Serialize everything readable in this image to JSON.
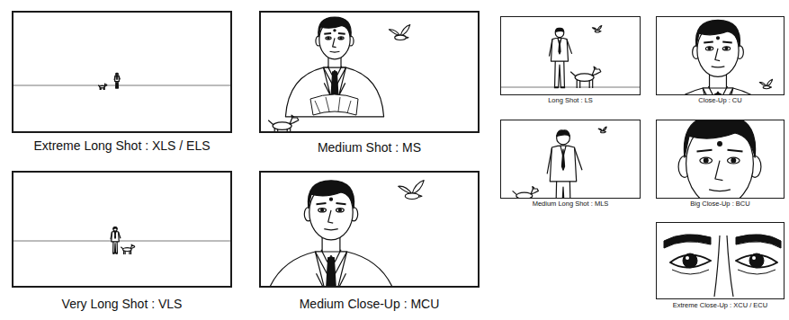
{
  "diagram": {
    "nodes": [
      {
        "text": [
          "Extreme Long Shot : XLS / ELS"
        ]
      },
      {
        "text": [
          "Medium Shot : MS"
        ]
      },
      {
        "text": [
          "Long Shot : LS"
        ]
      },
      {
        "text": [
          "Close-Up : CU"
        ]
      },
      {
        "text": [
          "Medium Long Shot : MLS"
        ]
      },
      {
        "text": [
          "Big Close-Up : BCU"
        ]
      },
      {
        "text": [
          "Very Long Shot : VLS"
        ]
      },
      {
        "text": [
          "Medium Close-Up : MCU"
        ]
      },
      {
        "text": [
          "Extreme Close-Up : XCU / ECU"
        ]
      }
    ]
  }
}
